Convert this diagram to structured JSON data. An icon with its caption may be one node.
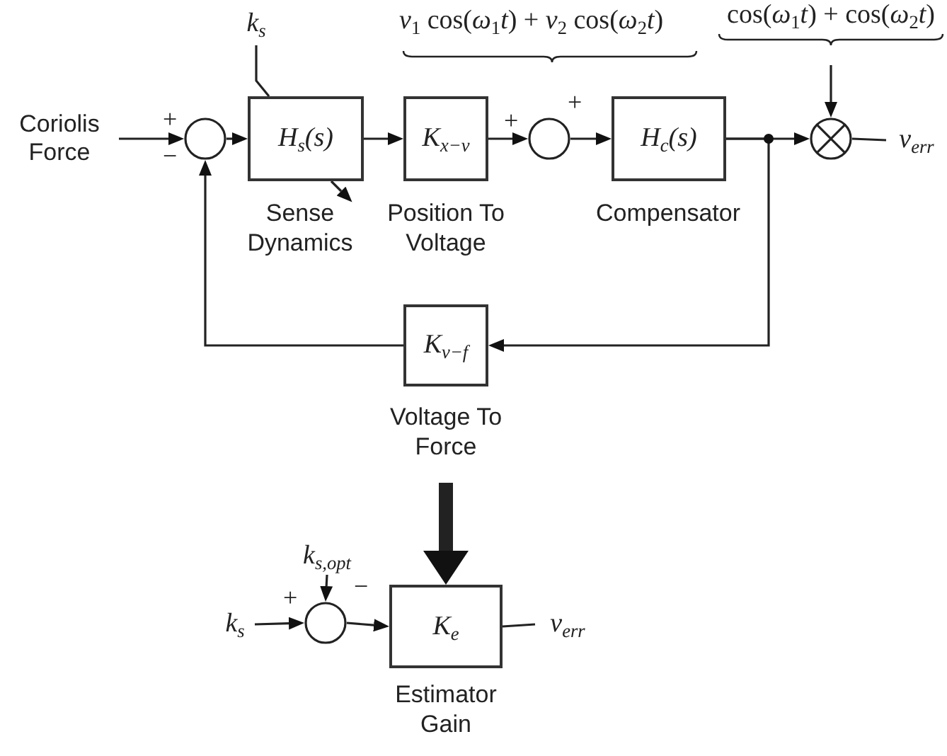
{
  "diagram": {
    "nodes": [
      {
        "text": [
          "Coriolis Force"
        ]
      },
      {
        "text": [],
        "shape": "circle"
      },
      {
        "text": [
          "H$_{s}$(s)"
        ],
        "beside": [
          "Sense Dynamics"
        ]
      },
      {
        "text": [
          "k$_{s}$"
        ]
      },
      {
        "text": [
          "K$_{x−v}$"
        ],
        "beside": [
          "Position To Voltage"
        ]
      },
      {
        "text": [],
        "shape": "circle"
      },
      {
        "text": [
          "H$_{c}$(s)"
        ],
        "beside": [
          "Compensator"
        ]
      },
      {
        "text": [],
        "shape": "circle"
      },
      {
        "text": [
          "cos(*ω*$_{1}$*t*) + cos(*ω*$_{2}$*t*)"
        ]
      },
      {
        "text": [
          "v$_{err}$"
        ]
      },
      {
        "text": [
          "K$_{v−f}$"
        ],
        "beside": [
          "Voltage To Force"
        ]
      },
      {
        "text": [
          "k$_{s}$"
        ]
      },
      {
        "text": [
          "k$_{s,opt}$"
        ]
      },
      {
        "text": [],
        "shape": "circle"
      },
      {
        "text": [
          "K$_{e}$"
        ],
        "beside": [
          "Estimator Gain"
        ]
      },
      {
        "text": [
          "v$_{err}$"
        ]
      }
    ],
    "edges": [
      {
        "from": 0,
        "to": 1,
        "arrow": "to"
      },
      {
        "from": 1,
        "to": 2,
        "arrow": "to"
      },
      {
        "from": 2,
        "to": 4,
        "arrow": "to"
      },
      {
        "from": 4,
        "to": 5,
        "arrow": "to"
      },
      {
        "from": 5,
        "to": 6,
        "arrow": "to"
      },
      {
        "from": 6,
        "to": 7,
        "arrow": "to"
      },
      {
        "from": 6,
        "to": 10,
        "arrow": "to"
      },
      {
        "from": 10,
        "to": 1,
        "arrow": "to"
      },
      {
        "from": 8,
        "to": 7,
        "arrow": "to"
      },
      {
        "from": 7,
        "to": 9,
        "arrow": "none"
      },
      {
        "from": 3,
        "to": 2,
        "arrow": "none"
      },
      {
        "from": 10,
        "to": 14,
        "arrow": "to",
        "style": "thick"
      },
      {
        "from": 11,
        "to": 13,
        "arrow": "to"
      },
      {
        "from": 12,
        "to": 13,
        "arrow": "to"
      },
      {
        "from": 13,
        "to": 14,
        "arrow": "to"
      },
      {
        "from": 14,
        "to": 15,
        "arrow": "none"
      }
    ],
    "labels": [
      "*v*$_{1}$ cos(*ω*$_{1}$*t*) + *v*$_{2}$ cos(*ω*$_{2}$*t*)",
      "+",
      "+",
      "+",
      "−",
      "−",
      "+"
    ]
  }
}
